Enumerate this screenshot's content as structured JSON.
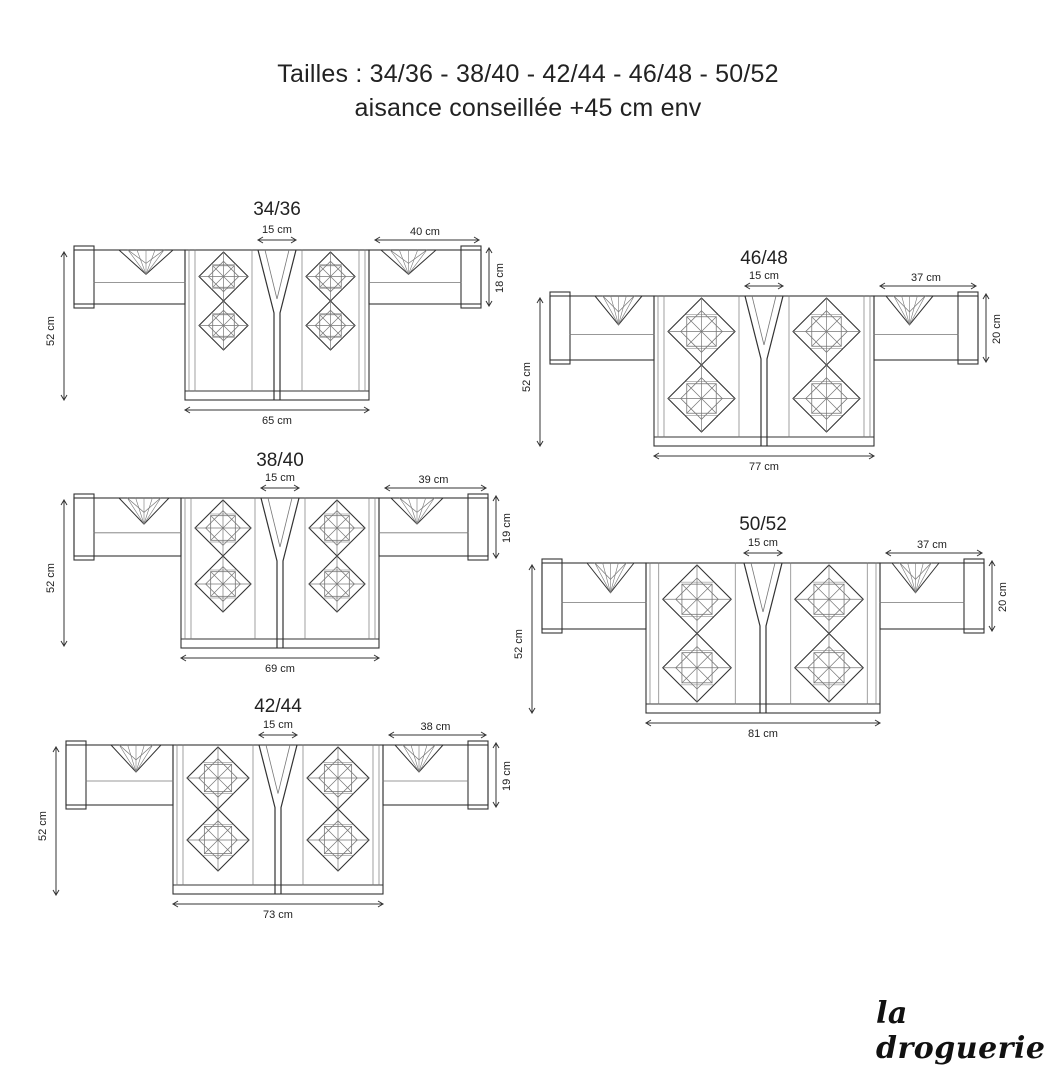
{
  "header": {
    "line1": "Tailles : 34/36 - 38/40 - 42/44 - 46/48 - 50/52",
    "line2": "aisance conseillée +45 cm env"
  },
  "garments": [
    {
      "size": "34/36",
      "collar": "15 cm",
      "sleeve": "40 cm",
      "cuff": "18 cm",
      "length": "52 cm",
      "width": "65 cm"
    },
    {
      "size": "38/40",
      "collar": "15 cm",
      "sleeve": "39 cm",
      "cuff": "19 cm",
      "length": "52 cm",
      "width": "69 cm"
    },
    {
      "size": "42/44",
      "collar": "15 cm",
      "sleeve": "38 cm",
      "cuff": "19 cm",
      "length": "52 cm",
      "width": "73 cm"
    },
    {
      "size": "46/48",
      "collar": "15 cm",
      "sleeve": "37 cm",
      "cuff": "20 cm",
      "length": "52 cm",
      "width": "77 cm"
    },
    {
      "size": "50/52",
      "collar": "15 cm",
      "sleeve": "37 cm",
      "cuff": "20 cm",
      "length": "52 cm",
      "width": "81 cm"
    }
  ],
  "brand": {
    "logo_text": "la droguerie"
  },
  "colors": {
    "ink": "#222222",
    "line": "#333333",
    "thin": "#777777",
    "background": "#ffffff"
  }
}
